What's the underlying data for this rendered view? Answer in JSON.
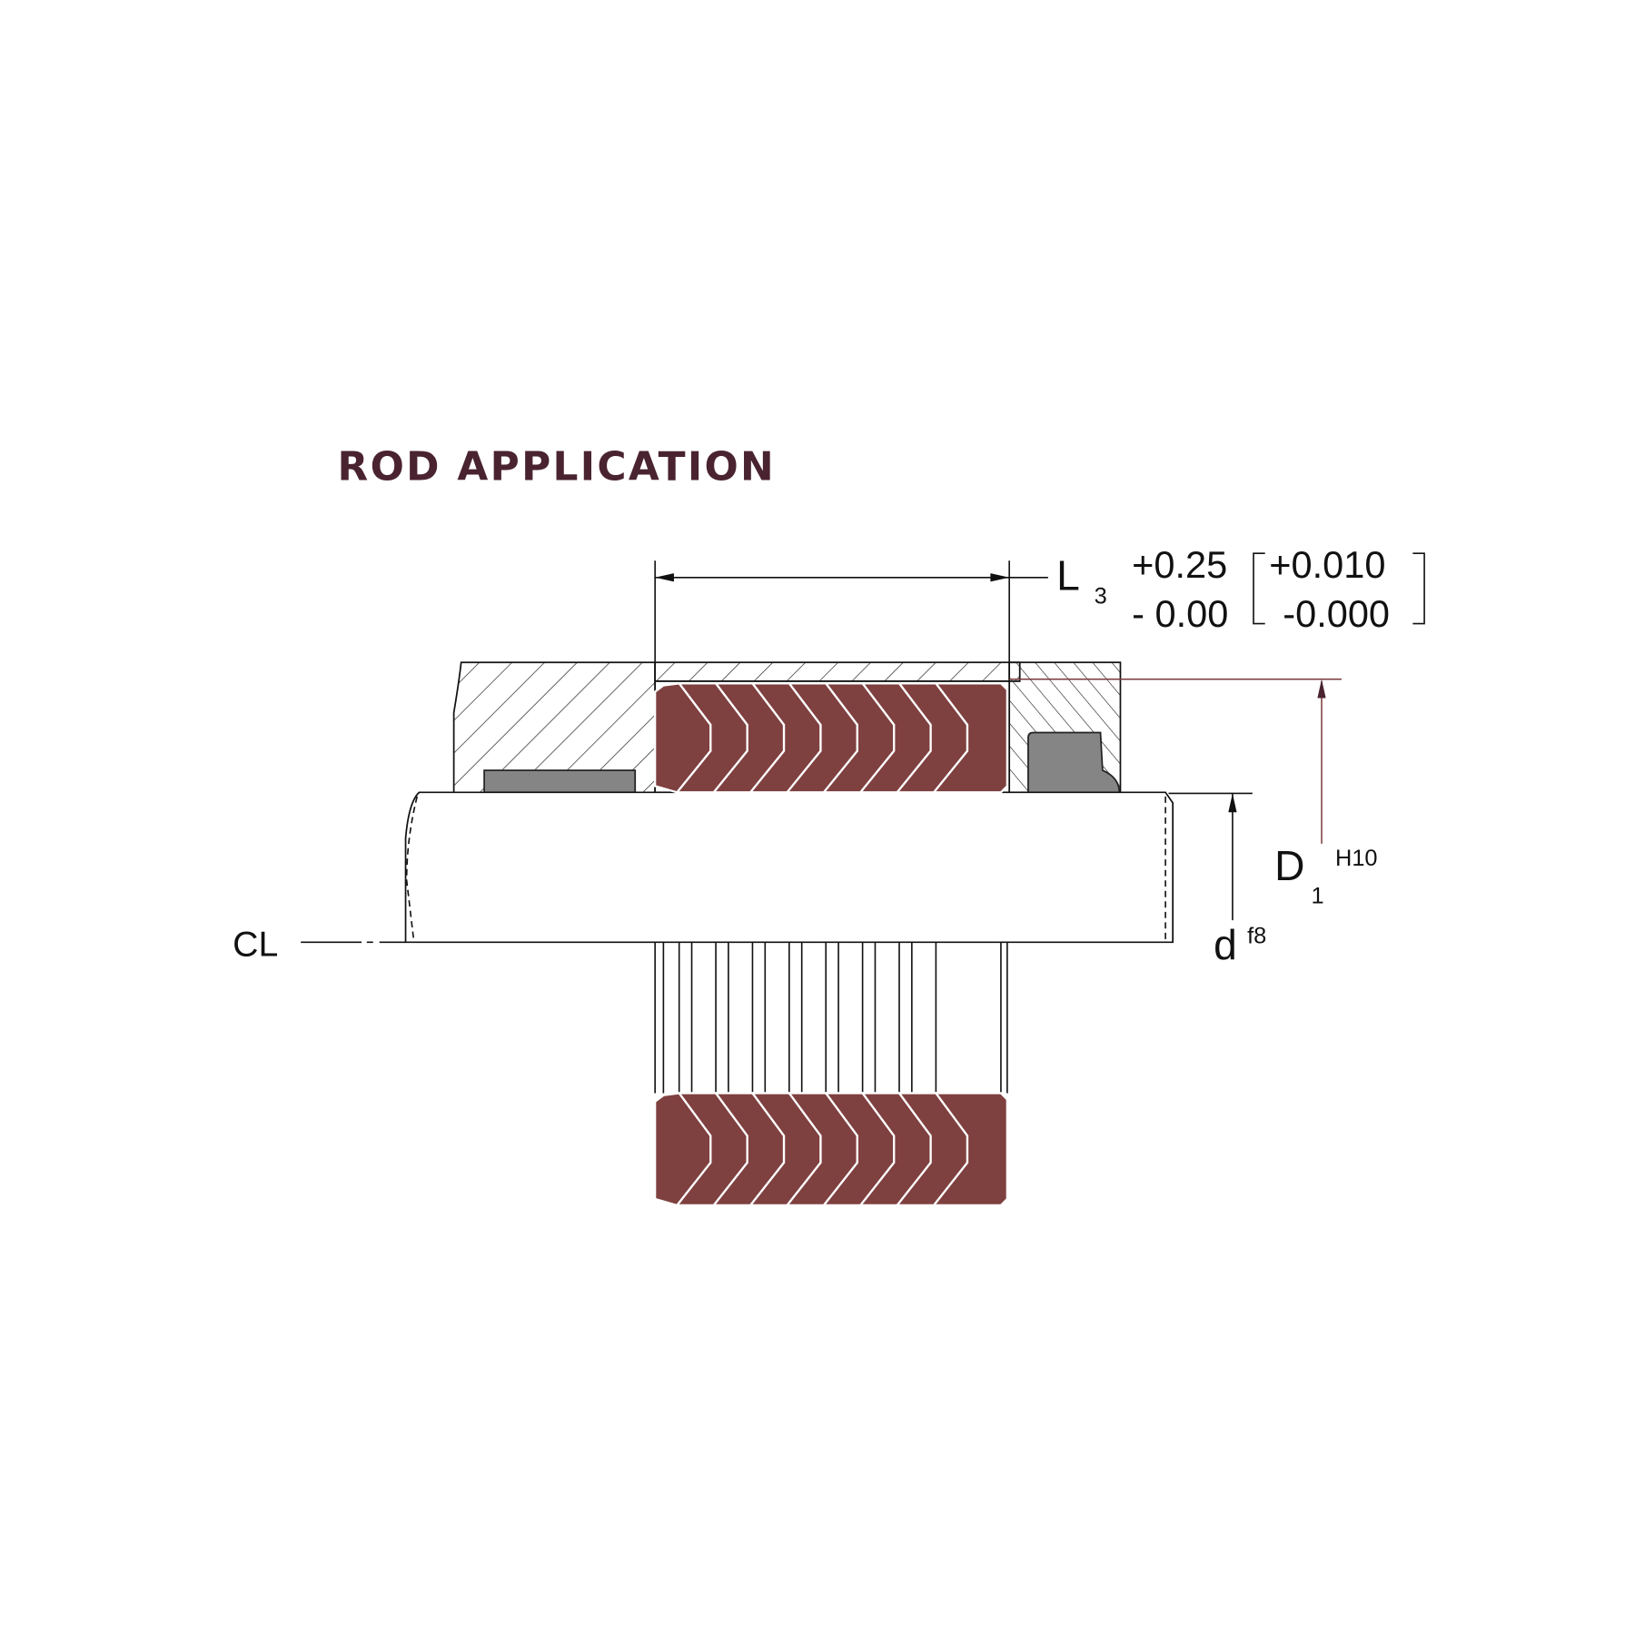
{
  "title": "ROD APPLICATION",
  "dimensions": {
    "length_label": "L",
    "length_sub": "3",
    "tol_metric_plus": "+0.25",
    "tol_metric_minus": "- 0.00",
    "tol_inch_plus": "+0.010",
    "tol_inch_minus": "-0.000",
    "bore_label": "D",
    "bore_sub": "1",
    "bore_fit": "H10",
    "rod_label": "d",
    "rod_fit": "f8",
    "centerline_symbol": "CL"
  },
  "colors": {
    "seal": "#7f4040",
    "title": "#4a2330",
    "wiper": "#858585",
    "dim_line_red": "#7a3a3a"
  }
}
